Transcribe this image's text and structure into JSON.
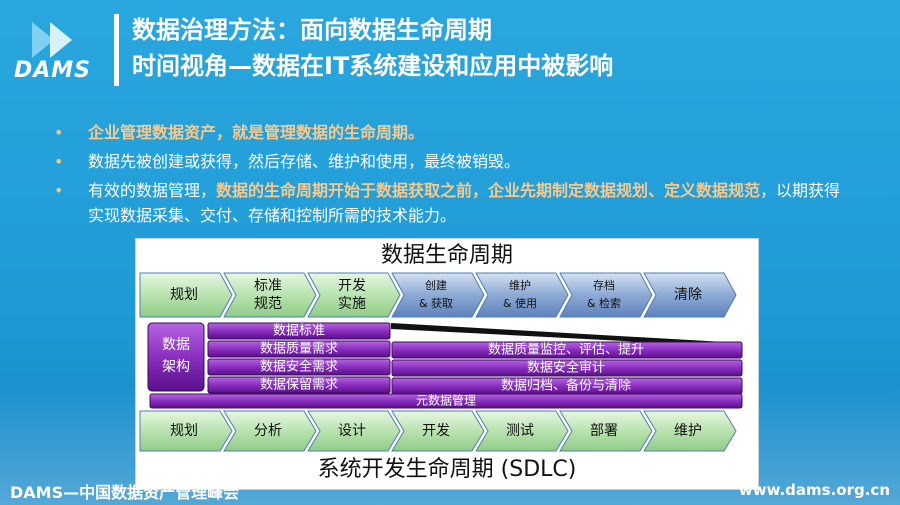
{
  "logo": {
    "text": "DAMS",
    "icon": "double-chevron-icon"
  },
  "title": {
    "line1": "数据治理方法：面向数据生命周期",
    "line2": "时间视角—数据在IT系统建设和应用中被影响"
  },
  "bullets": [
    {
      "dot": "•",
      "highlight": "企业管理数据资产，就是管理数据的生命周期。"
    },
    {
      "dot": "•",
      "text": "数据先被创建或获得，然后存储、维护和使用，最终被销毁。"
    },
    {
      "dot": "•",
      "pre": "有效的数据管理，",
      "highlight": "数据的生命周期开始于数据获取之前，企业先期制定数据规划、定义数据规范",
      "post": "，以期获得实现数据采集、交付、存储和控制所需的技术能力。"
    }
  ],
  "diagram": {
    "top_title": "数据生命周期",
    "bottom_title": "系统开发生命周期 (SDLC)",
    "top_stages": [
      [
        "规划"
      ],
      [
        "标准",
        "规范"
      ],
      [
        "开发",
        "实施"
      ],
      [
        "创建",
        "& 获取"
      ],
      [
        "维护",
        "& 使用"
      ],
      [
        "存档",
        "& 检索"
      ],
      [
        "清除"
      ]
    ],
    "bottom_stages": [
      "规划",
      "分析",
      "设计",
      "开发",
      "测试",
      "部署",
      "维护"
    ],
    "architecture": [
      "数据",
      "架构"
    ],
    "bars_left": [
      "数据标准",
      "数据质量需求",
      "数据安全需求",
      "数据保留需求"
    ],
    "bars_right": [
      "数据质量监控、评估、提升",
      "数据安全审计",
      "数据归档、备份与清除"
    ],
    "meta_bar": "元数据管理",
    "colors": {
      "green": "#b8e0b0",
      "blue": "#7d9fd0",
      "purple": "#8b2fc0",
      "bar_text": "#ffffff"
    }
  },
  "footer": {
    "left": "DAMS—中国数据资产管理峰会",
    "right": "www.dams.org.cn"
  }
}
